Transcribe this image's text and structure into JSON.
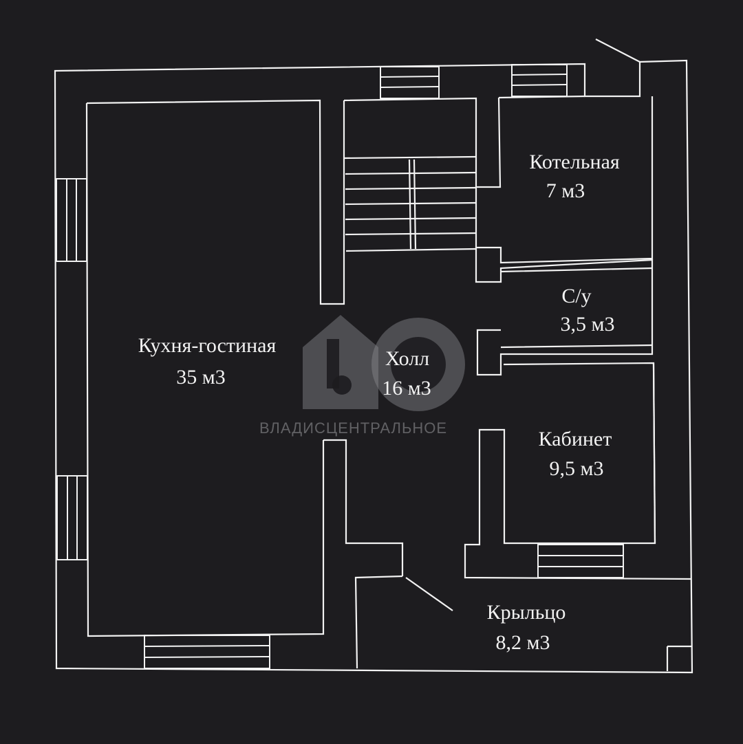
{
  "rooms": [
    {
      "id": "kitchen",
      "name": "Кухня-гостиная",
      "area": "35 м3"
    },
    {
      "id": "hall",
      "name": "Холл",
      "area": "16 м3"
    },
    {
      "id": "boiler",
      "name": "Котельная",
      "area": "7 м3"
    },
    {
      "id": "wc",
      "name": "С/у",
      "area": "3,5 м3"
    },
    {
      "id": "office",
      "name": "Кабинет",
      "area": "9,5 м3"
    },
    {
      "id": "porch",
      "name": "Крыльцо",
      "area": "8,2 м3"
    }
  ],
  "watermark": {
    "text": "ВЛАДИСЦЕНТРАЛЬНОЕ"
  },
  "colors": {
    "background": "#1d1c1f",
    "lines": "#f2f2f2",
    "watermark": "#8a8a8e"
  }
}
